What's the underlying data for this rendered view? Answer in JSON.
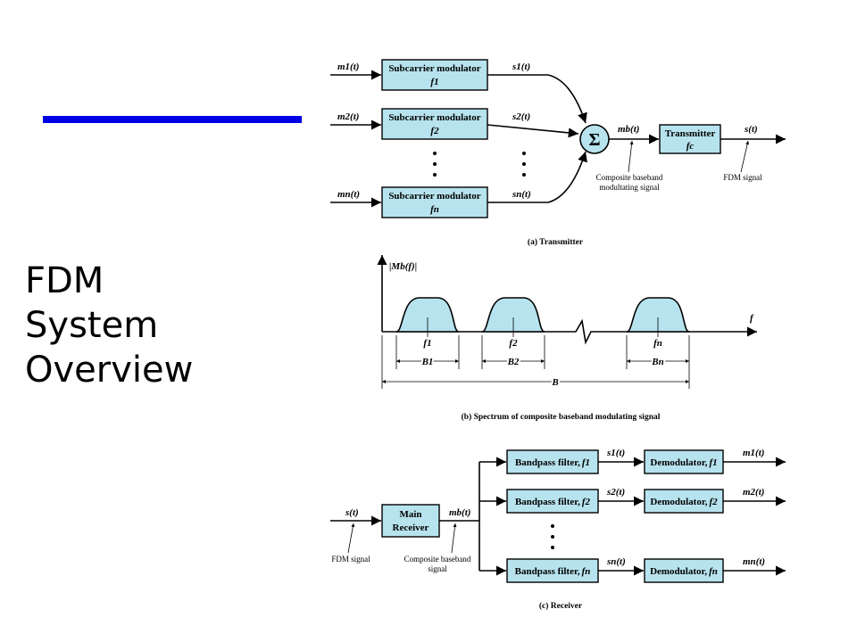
{
  "title_lines": [
    "FDM",
    "System",
    "Overview"
  ],
  "colors": {
    "accent_bar": "#0000e6",
    "block_fill": "#b7e3ee"
  },
  "transmitter": {
    "caption": "(a) Transmitter",
    "inputs": [
      "m1(t)",
      "m2(t)",
      "mn(t)"
    ],
    "modulator_label": "Subcarrier modulator",
    "modulator_freqs": [
      "f1",
      "f2",
      "fn"
    ],
    "outputs": [
      "s1(t)",
      "s2(t)",
      "sn(t)"
    ],
    "summer_symbol": "Σ",
    "mb_label": "mb(t)",
    "transmitter_label": "Transmitter",
    "transmitter_freq": "fc",
    "output_label": "s(t)",
    "composite_note_1": "Composite baseband",
    "composite_note_2": "modultating signal",
    "fdm_note": "FDM signal"
  },
  "spectrum": {
    "caption": "(b) Spectrum of composite baseband modulating signal",
    "y_label": "|Mb(f)|",
    "x_label": "f",
    "center_labels": [
      "f1",
      "f2",
      "fn"
    ],
    "bandwidth_labels": [
      "B1",
      "B2",
      "Bn"
    ],
    "total_label": "B"
  },
  "receiver": {
    "caption": "(c) Receiver",
    "input_label": "s(t)",
    "main_receiver_line1": "Main",
    "main_receiver_line2": "Receiver",
    "mb_label": "mb(t)",
    "fdm_note": "FDM signal",
    "composite_note_1": "Composite baseband",
    "composite_note_2": "signal",
    "filter_label": "Bandpass filter,",
    "filter_freqs": [
      "f1",
      "f2",
      "fn"
    ],
    "mid_signals": [
      "s1(t)",
      "s2(t)",
      "sn(t)"
    ],
    "demod_label": "Demodulator,",
    "demod_freqs": [
      "f1",
      "f2",
      "fn"
    ],
    "outputs": [
      "m1(t)",
      "m2(t)",
      "mn(t)"
    ]
  }
}
